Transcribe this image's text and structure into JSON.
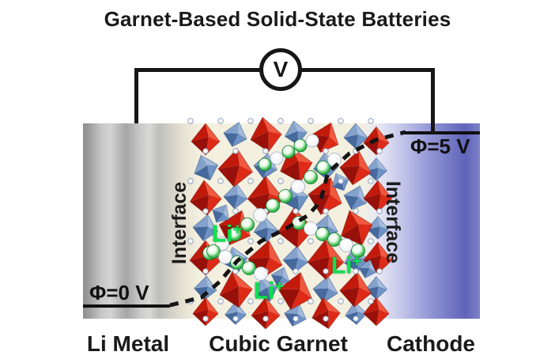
{
  "title": "Garnet-Based Solid-State Batteries",
  "circuit": {
    "voltmeter_label": "V"
  },
  "regions": {
    "anode": {
      "label": "Li Metal",
      "potential": "Φ=0 V"
    },
    "electrolyte": {
      "label": "Cubic Garnet"
    },
    "cathode": {
      "label": "Cathode",
      "potential": "Φ=5 V"
    },
    "interface_left": "Interface",
    "interface_right": "Interface"
  },
  "ions": {
    "symbol": "Li",
    "charge": "+"
  },
  "colors": {
    "garnet_red": "#d2231a",
    "garnet_blue": "#6f92c4",
    "ion_green": "#0ce24f",
    "cathode_blue": "#6064ba",
    "metal_gray": "#a6a6a6",
    "wire_black": "#161616",
    "background_cream": "#f4f0e0"
  }
}
